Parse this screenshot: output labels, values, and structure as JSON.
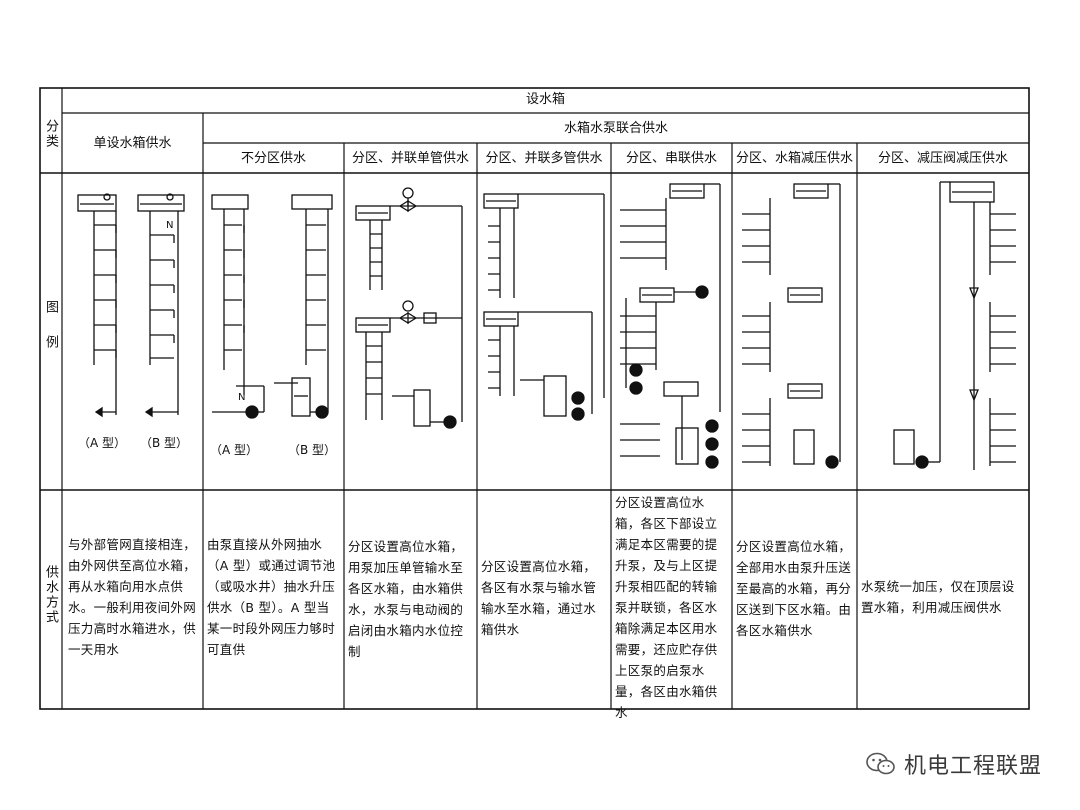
{
  "table": {
    "category_label": "分类",
    "top_header": "设水箱",
    "single_tank": "单设水箱供水",
    "combined": "水箱水泵联合供水",
    "columns": [
      "不分区供水",
      "分区、并联单管供水",
      "分区、并联多管供水",
      "分区、串联供水",
      "分区、水箱减压供水",
      "分区、减压阀减压供水"
    ],
    "row_diagram": "图例",
    "row_method": "供水方式",
    "type_labels": {
      "a": "（A 型）",
      "b": "（B 型）"
    },
    "descriptions": [
      "与外部管网直接相连，由外网供至高位水箱，再从水箱向用水点供水。一般利用夜间外网压力高时水箱进水，供一天用水",
      "由泵直接从外网抽水（A 型）或通过调节池（或吸水井）抽水升压供水（B 型）。A 型当某一时段外网压力够时可直供",
      "分区设置高位水箱，用泵加压单管输水至各区水箱，由水箱供水，水泵与电动阀的启闭由水箱内水位控制",
      "分区设置高位水箱，各区有水泵与输水管输水至水箱，通过水箱供水",
      "分区设置高位水箱，各区下部设立满足本区需要的提升泵，及与上区提升泵相匹配的转输泵并联锁，各区水箱除满足本区用水需要，还应贮存供上区泵的启泵水量，各区由水箱供水",
      "分区设置高位水箱，全部用水由泵升压送至最高的水箱，再分区送到下区水箱。由各区水箱供水",
      "水泵统一加压，仅在顶层设置水箱，利用减压阀供水"
    ]
  },
  "watermark": {
    "text": "机电工程联盟",
    "icon": "wechat-icon"
  }
}
